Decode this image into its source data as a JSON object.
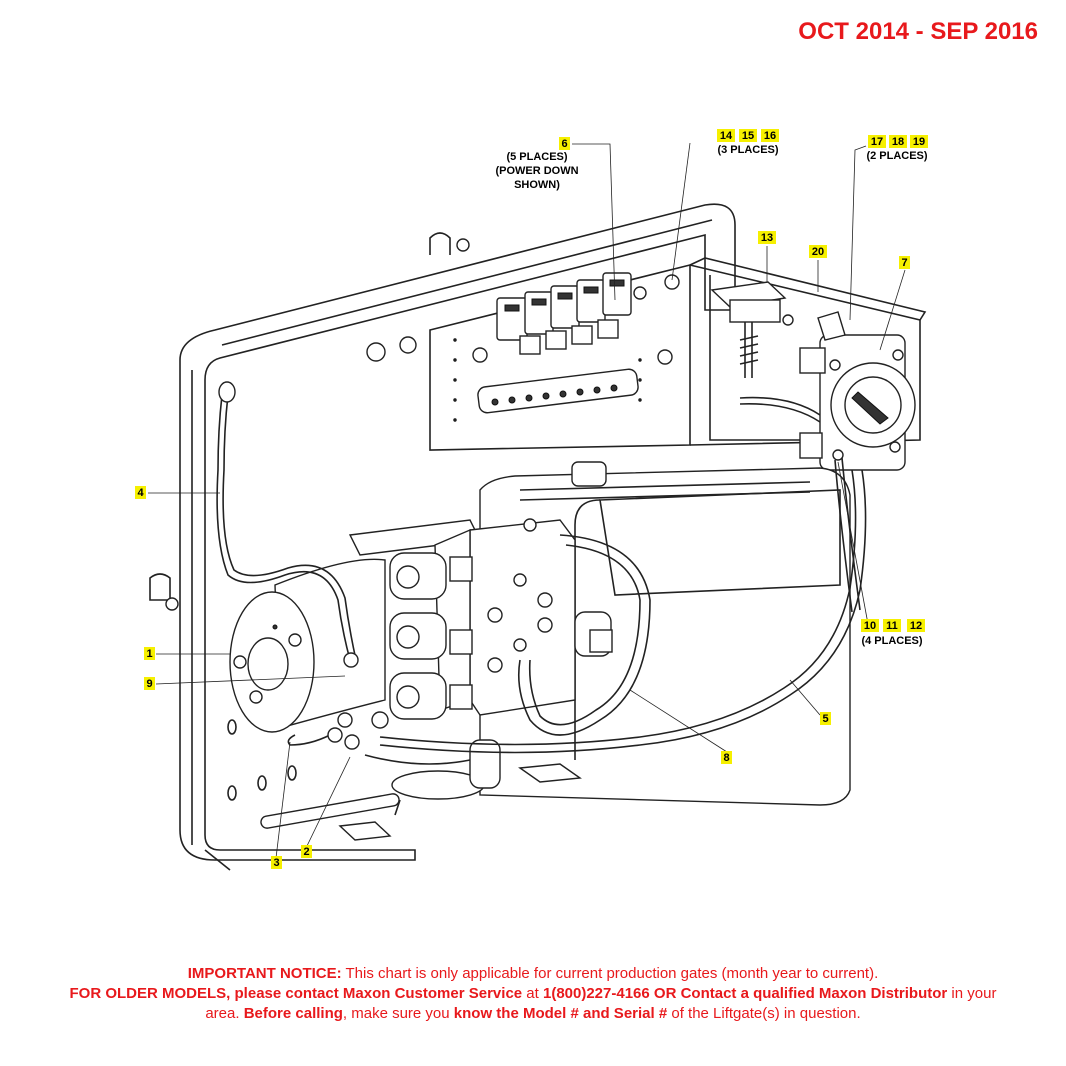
{
  "header": {
    "date_range": "OCT 2014 - SEP 2016"
  },
  "callouts": {
    "c1": "1",
    "c2": "2",
    "c3": "3",
    "c4": "4",
    "c5": "5",
    "c6": "6",
    "c7": "7",
    "c8": "8",
    "c9": "9",
    "c10": "10",
    "c11": "11",
    "c12": "12",
    "c13": "13",
    "c14": "14",
    "c15": "15",
    "c16": "16",
    "c17": "17",
    "c18": "18",
    "c19": "19",
    "c20": "20"
  },
  "notes": {
    "n6_line1": "(5 PLACES)",
    "n6_line2": "(POWER DOWN",
    "n6_line3": "SHOWN)",
    "n14": "(3 PLACES)",
    "n17": "(2 PLACES)",
    "n10": "(4 PLACES)"
  },
  "notice": {
    "p1_bold": "IMPORTANT NOTICE:",
    "p1_text": " This chart is only applicable for current production gates (month year to current).",
    "p2_bold": "FOR OLDER MODELS, please contact Maxon Customer Service",
    "p2_text": " at ",
    "p2_bold2": "1(800)227-4166 OR Contact a qualified Maxon Distributor",
    "p2_text2": " in your area. ",
    "p2_bold3": "Before calling",
    "p2_text3": ", make sure you ",
    "p2_bold4": "know the Model # and Serial #",
    "p2_text4": " of the Liftgate(s) in question."
  }
}
